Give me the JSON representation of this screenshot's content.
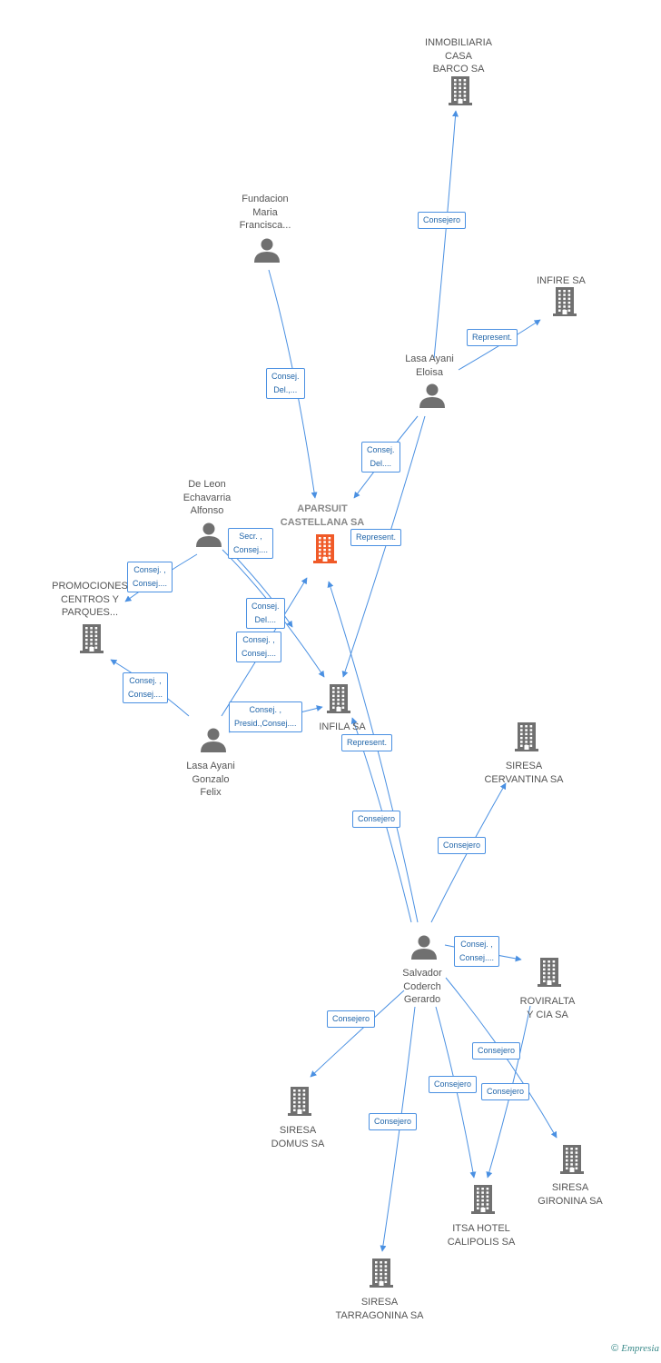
{
  "colors": {
    "edge": "#4a90e2",
    "node": "#707070",
    "main_node": "#f05a28",
    "label_text": "#555555",
    "edge_label_text": "#2266aa"
  },
  "nodes": [
    {
      "id": "inmobiliaria",
      "label": "INMOBILIARIA\nCASA\nBARCO SA",
      "kind": "company-icon"
    },
    {
      "id": "fundacion",
      "label": "Fundacion\nMaria\nFrancisca...",
      "kind": "person-icon"
    },
    {
      "id": "infire",
      "label": "INFIRE SA",
      "kind": "company-icon"
    },
    {
      "id": "eloisa",
      "label": "Lasa Ayani\nEloisa",
      "kind": "person-icon"
    },
    {
      "id": "deleon",
      "label": "De Leon\nEchavarria\nAlfonso",
      "kind": "person-icon"
    },
    {
      "id": "aparsuit",
      "label": "APARSUIT\nCASTELLANA SA",
      "kind": "company-icon",
      "main": true
    },
    {
      "id": "promociones",
      "label": "PROMOCIONES\nCENTROS Y\nPARQUES...",
      "kind": "company-icon"
    },
    {
      "id": "infila",
      "label": "INFILA SA",
      "kind": "company-icon"
    },
    {
      "id": "gonzalo",
      "label": "Lasa Ayani\nGonzalo\nFelix",
      "kind": "person-icon"
    },
    {
      "id": "cervantina",
      "label": "SIRESA\nCERVANTINA SA",
      "kind": "company-icon"
    },
    {
      "id": "salvador",
      "label": "Salvador\nCoderch\nGerardo",
      "kind": "person-icon"
    },
    {
      "id": "roviralta",
      "label": "ROVIRALTA\nY CIA SA",
      "kind": "company-icon"
    },
    {
      "id": "domus",
      "label": "SIRESA\nDOMUS SA",
      "kind": "company-icon"
    },
    {
      "id": "gironina",
      "label": "SIRESA\nGIRONINA SA",
      "kind": "company-icon"
    },
    {
      "id": "itsa",
      "label": "ITSA HOTEL\nCALIPOLIS SA",
      "kind": "company-icon"
    },
    {
      "id": "tarragonina",
      "label": "SIRESA\nTARRAGONINA SA",
      "kind": "company-icon"
    }
  ],
  "edges": [
    {
      "from": "eloisa",
      "to": "inmobiliaria",
      "label": "Consejero"
    },
    {
      "from": "eloisa",
      "to": "infire",
      "label": "Represent."
    },
    {
      "from": "fundacion",
      "to": "aparsuit",
      "label": "Consej.\nDel.,..."
    },
    {
      "from": "eloisa",
      "to": "aparsuit",
      "label": "Consej.\nDel...."
    },
    {
      "from": "eloisa",
      "to": "infila",
      "label": "Represent."
    },
    {
      "from": "deleon",
      "to": "infila",
      "label": "Secr. ,\nConsej...."
    },
    {
      "from": "deleon",
      "to": "promociones",
      "label": "Consej. ,\nConsej...."
    },
    {
      "from": "gonzalo",
      "to": "infila",
      "label": "Consej.\nDel...."
    },
    {
      "from": "gonzalo",
      "to": "aparsuit",
      "label": "Consej. ,\nConsej...."
    },
    {
      "from": "gonzalo",
      "to": "promociones",
      "label": "Consej. ,\nConsej...."
    },
    {
      "from": "gonzalo",
      "to": "infila",
      "label": "Consej. ,\nPresid.,Consej...."
    },
    {
      "from": "salvador",
      "to": "aparsuit",
      "label": "Represent."
    },
    {
      "from": "salvador",
      "to": "infila",
      "label": "Consejero"
    },
    {
      "from": "salvador",
      "to": "cervantina",
      "label": "Consejero"
    },
    {
      "from": "salvador",
      "to": "roviralta",
      "label": "Consej. ,\nConsej...."
    },
    {
      "from": "salvador",
      "to": "domus",
      "label": "Consejero"
    },
    {
      "from": "salvador",
      "to": "gironina",
      "label": "Consejero"
    },
    {
      "from": "salvador",
      "to": "itsa",
      "label": "Consejero"
    },
    {
      "from": "roviralta",
      "to": "itsa",
      "label": "Consejero"
    },
    {
      "from": "salvador",
      "to": "tarragonina",
      "label": "Consejero"
    }
  ],
  "brand": {
    "symbol": "©",
    "name": "Empresia"
  }
}
